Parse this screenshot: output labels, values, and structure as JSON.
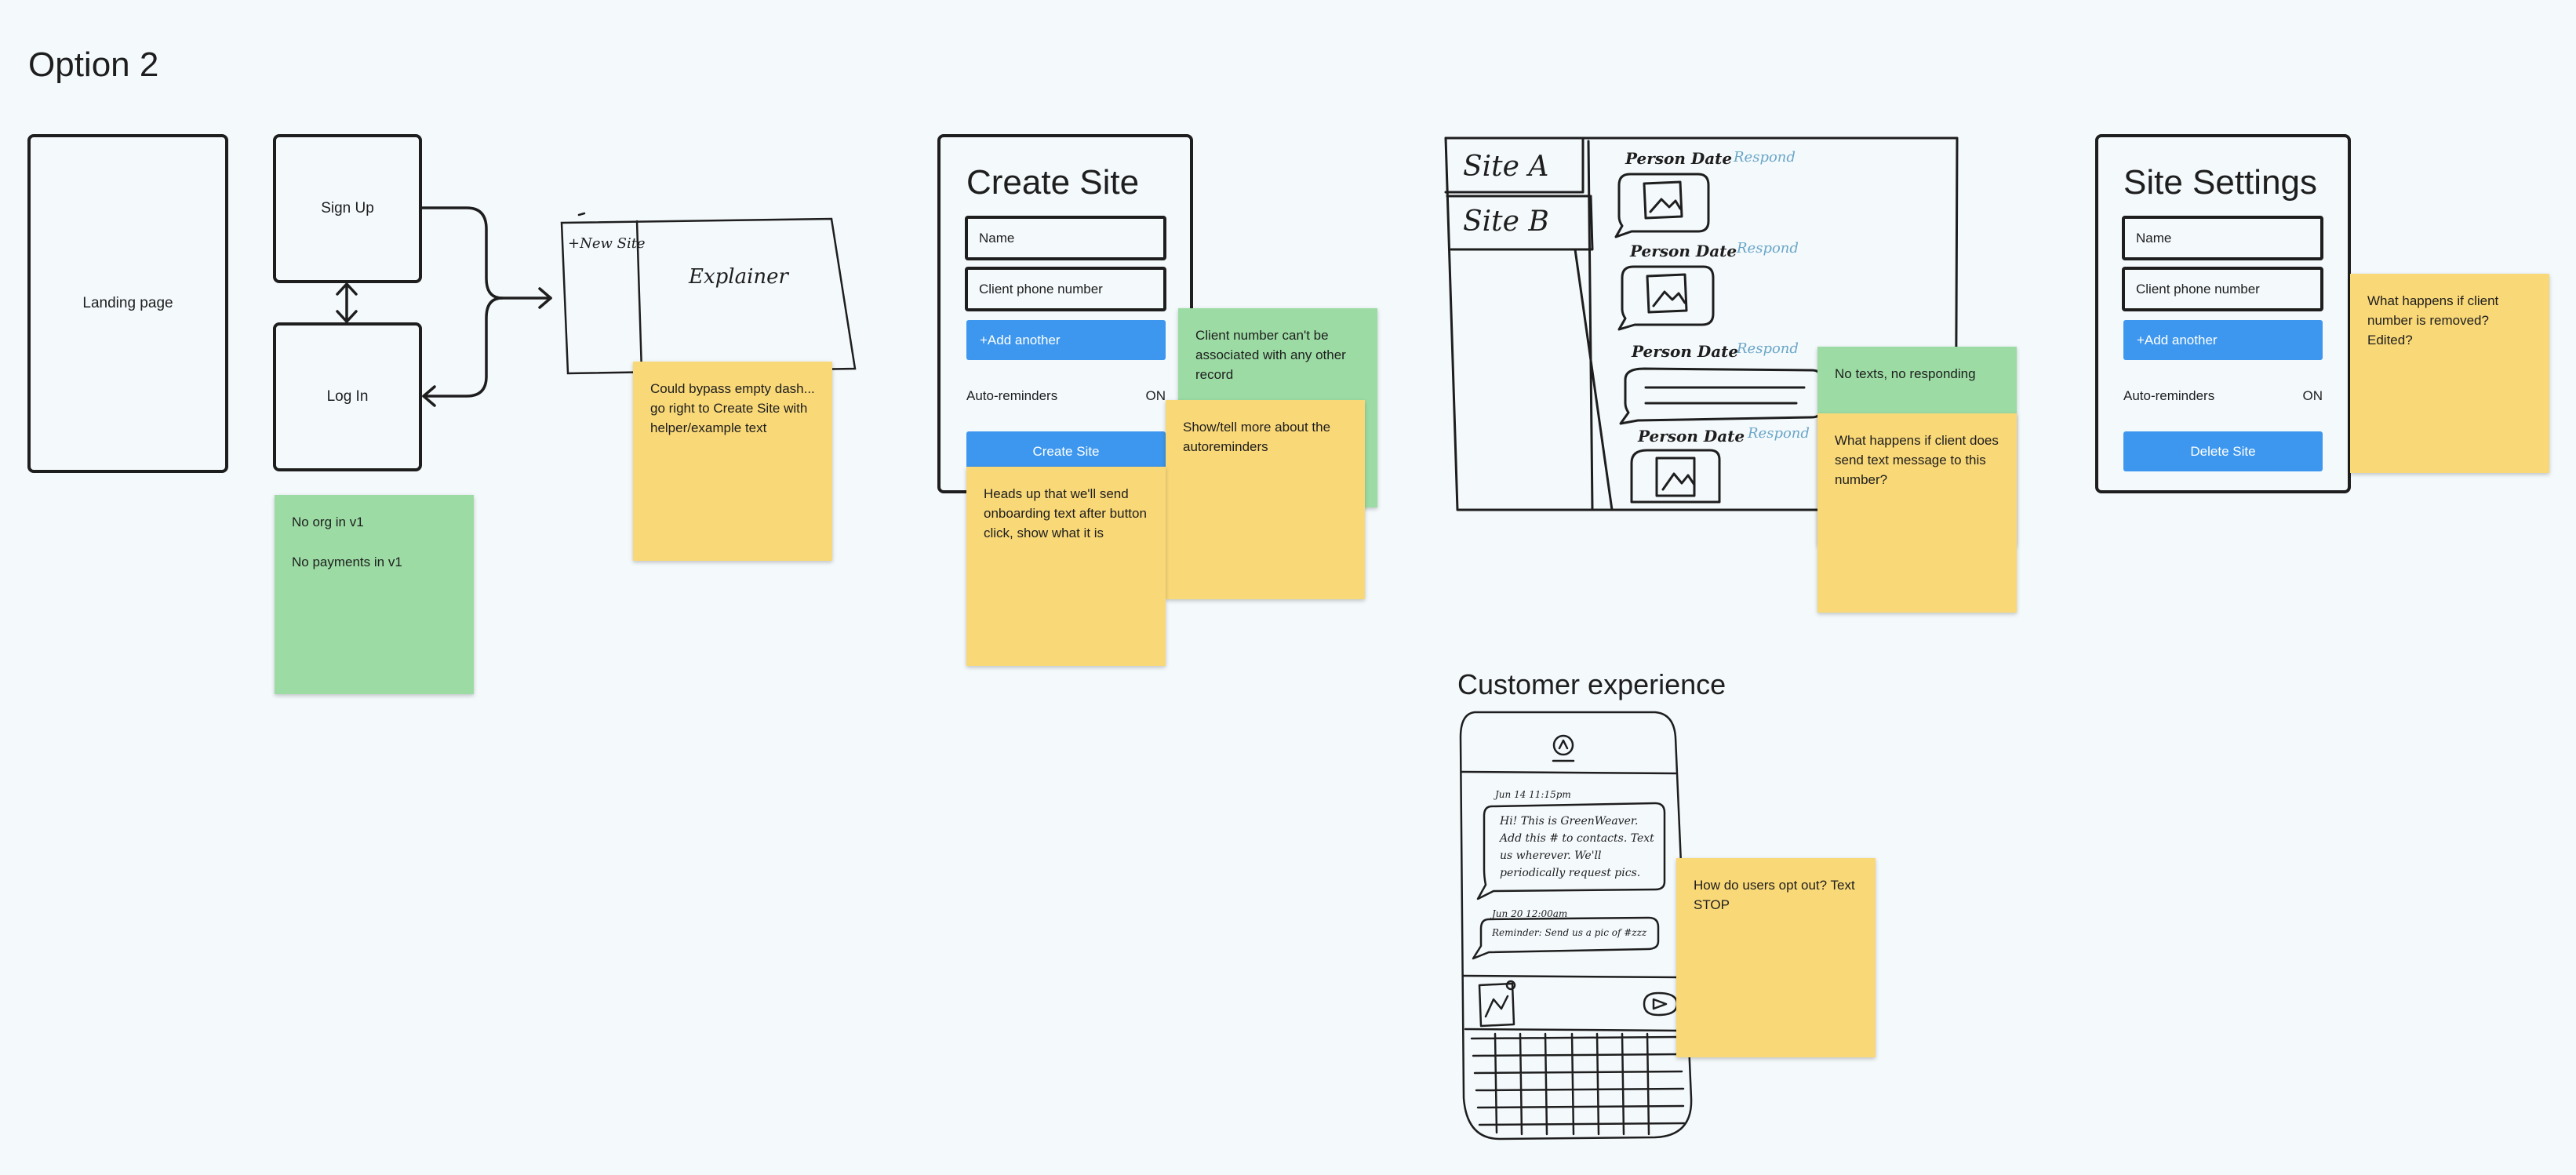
{
  "page_title": "Option 2",
  "flow": {
    "landing": "Landing page",
    "signup": "Sign Up",
    "login": "Log In",
    "explainer_sketch": {
      "tab": "+New Site",
      "body": "Explainer"
    }
  },
  "create_site": {
    "title": "Create Site",
    "name_field": "Name",
    "phone_field": "Client phone number",
    "add_another": "+Add another",
    "reminders_label": "Auto-reminders",
    "reminders_value": "ON",
    "submit": "Create Site"
  },
  "site_settings": {
    "title": "Site Settings",
    "name_field": "Name",
    "phone_field": "Client phone number",
    "add_another": "+Add another",
    "reminders_label": "Auto-reminders",
    "reminders_value": "ON",
    "delete": "Delete Site"
  },
  "inbox_sketch": {
    "sites": [
      "Site A",
      "Site B"
    ],
    "sender": "Person Date",
    "action": "Respond"
  },
  "customer": {
    "title": "Customer experience",
    "msg_time_1": "Jun 14 11:15pm",
    "msg_1": "Hi! This is GreenWeaver. Add this # to contacts. Text us wherever. We'll periodically request pics.",
    "msg_time_2": "Jun 20 12:00am",
    "msg_2": "Reminder: Send us a pic of #zzz"
  },
  "notes": {
    "org": "No org in v1",
    "payments": "No payments in v1",
    "bypass": "Could bypass empty dash... go right to Create Site with helper/example text",
    "client_number": "Client number can't be associated with any other record",
    "autoreminders": "Show/tell more about the autoreminders",
    "onboarding": "Heads up that we'll send onboarding text after button click, show what it is",
    "no_texts": "No texts, no responding",
    "client_text": "What happens if client does send text message to this number?",
    "removed": "What happens if client number is removed? Edited?",
    "opt_out": "How do users opt out? Text STOP"
  },
  "colors": {
    "background": "#f4f9fc",
    "sticky_yellow": "#f9d878",
    "sticky_green": "#9cdca4",
    "button_blue": "#3d97ee",
    "ink": "#1e1e1e",
    "respond_blue": "#6aa6c8"
  }
}
